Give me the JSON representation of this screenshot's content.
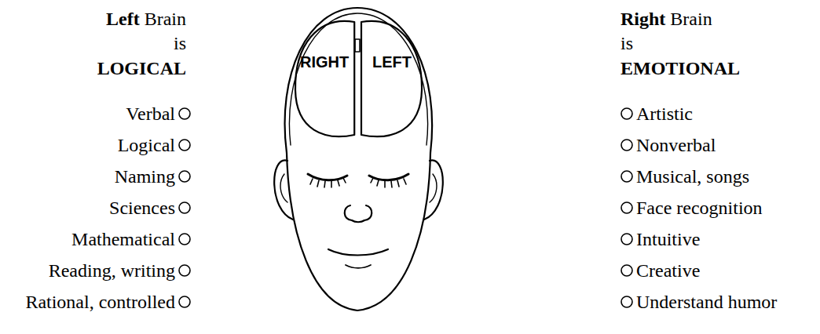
{
  "diagram": {
    "nodes": [
      {
        "text": [
          "RIGHT"
        ]
      },
      {
        "text": [
          "LEFT"
        ]
      }
    ],
    "labels": [
      "Left",
      "Brain",
      "is",
      "LOGICAL",
      "Verbal",
      "Logical",
      "Naming",
      "Sciences",
      "Mathematical",
      "Reading, writing",
      "Rational, controlled",
      "Right",
      "Brain",
      "is",
      "EMOTIONAL",
      "Artistic",
      "Nonverbal",
      "Musical, songs",
      "Face recognition",
      "Intuitive",
      "Creative",
      "Understand humor"
    ]
  }
}
